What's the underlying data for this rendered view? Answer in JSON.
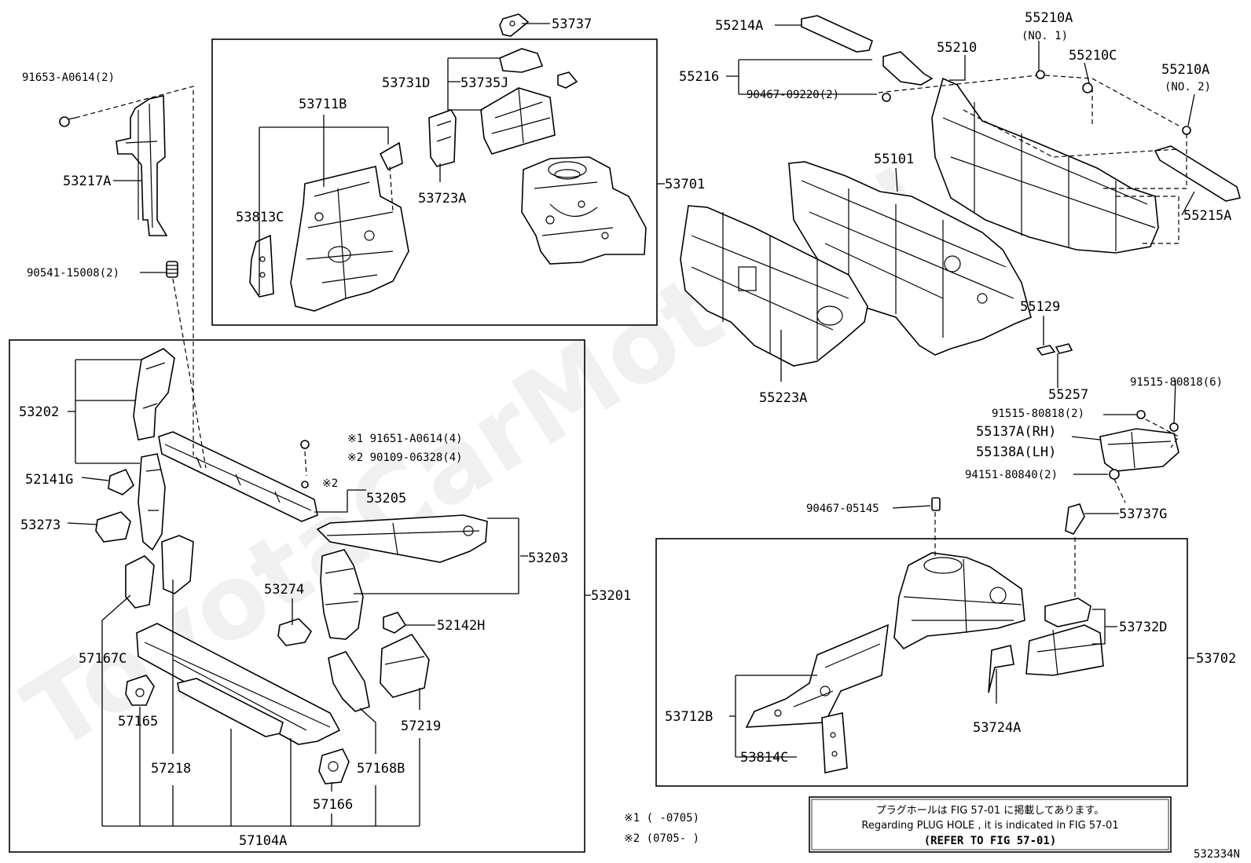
{
  "watermark": "ToyotaCarMoto.ru",
  "figure_code": "532334N",
  "labels": {
    "p53737": "53737",
    "p91653": "91653-A0614(2)",
    "p53731D": "53731D",
    "p53735J": "53735J",
    "p53711B": "53711B",
    "p53217A": "53217A",
    "p53813C": "53813C",
    "p53723A": "53723A",
    "p53701": "53701",
    "p90541": "90541-15008(2)",
    "p55214A": "55214A",
    "p55210A1": "55210A",
    "p55210A1_sub": "(NO. 1)",
    "p55210": "55210",
    "p55210C": "55210C",
    "p55210A2": "55210A",
    "p55210A2_sub": "(NO. 2)",
    "p55216": "55216",
    "p90467_09220": "90467-09220(2)",
    "p55101": "55101",
    "p55215A": "55215A",
    "p55129": "55129",
    "p55223A": "55223A",
    "p55257": "55257",
    "p91515_6": "91515-80818(6)",
    "p91515_2": "91515-80818(2)",
    "p55137A": "55137A(RH)",
    "p55138A": "55138A(LH)",
    "p94151": "94151-80840(2)",
    "p90467_05145": "90467-05145",
    "p53737G": "53737G",
    "p53202": "53202",
    "p91651": "※1 91651-A0614(4)",
    "p90109": "※2 90109-06328(4)",
    "mark2": "※2",
    "p53205": "53205",
    "p52141G": "52141G",
    "p53273": "53273",
    "p53203": "53203",
    "p53274": "53274",
    "p52142H": "52142H",
    "p53201": "53201",
    "p57167C": "57167C",
    "p57219": "57219",
    "p57165": "57165",
    "p57218": "57218",
    "p57168B": "57168B",
    "p57166": "57166",
    "p57104A": "57104A",
    "p53732D": "53732D",
    "p53702": "53702",
    "p53712B": "53712B",
    "p53724A": "53724A",
    "p53814C": "53814C"
  },
  "footnotes": {
    "n1": "※1 (    -0705)",
    "n2": "※2 (0705-    )"
  },
  "notice": {
    "line1": "プラグホールは FIG 57-01 に掲載してあります。",
    "line2": "Regarding  PLUG  HOLE , it is indicated in FIG  57-01",
    "line3": "(REFER TO FIG 57-01)"
  }
}
